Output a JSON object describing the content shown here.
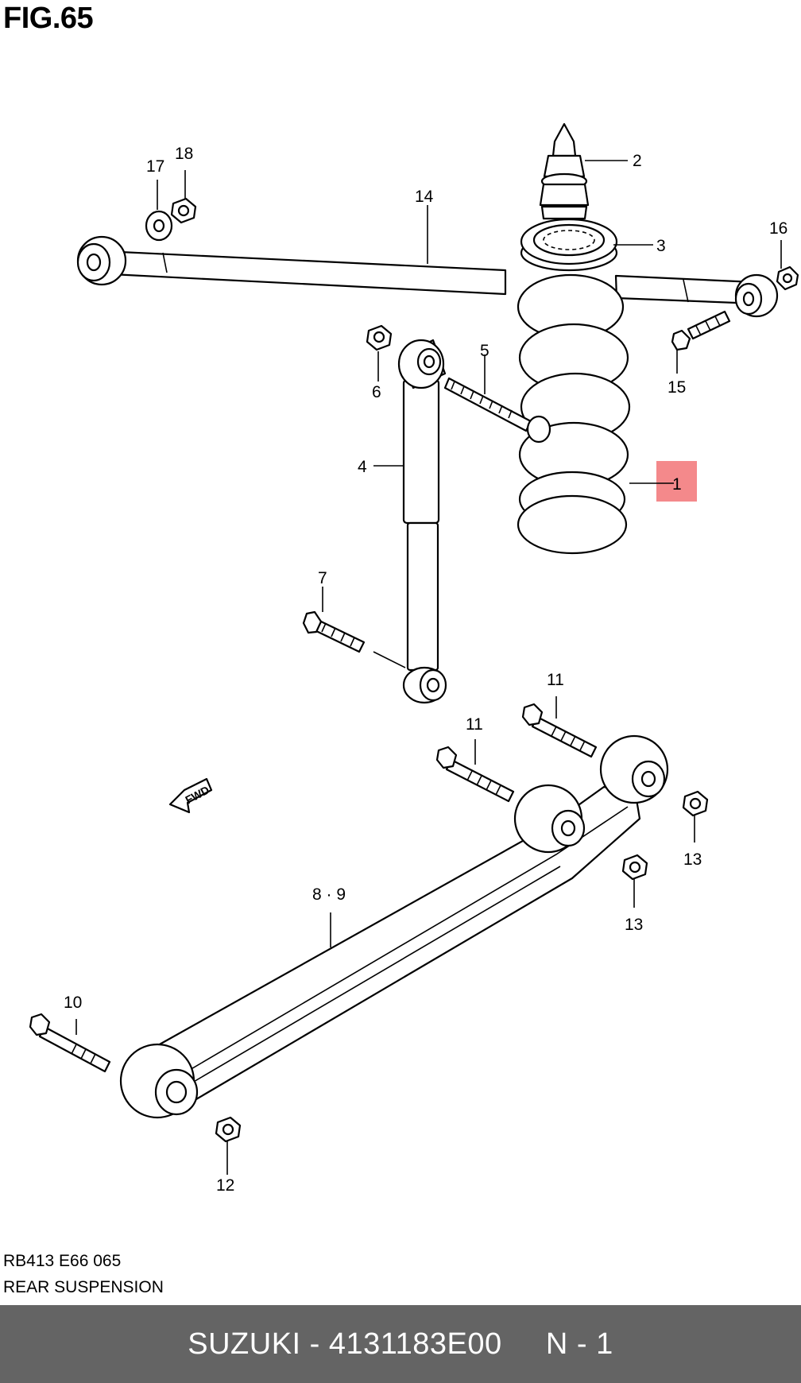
{
  "figure": {
    "title": "FIG.65",
    "code": "RB413 E66 065",
    "section": "REAR SUSPENSION"
  },
  "highlight_color": "#f4898b",
  "labels": {
    "p1": "1",
    "p2": "2",
    "p3": "3",
    "p4": "4",
    "p5": "5",
    "p6": "6",
    "p7": "7",
    "p89": "8 · 9",
    "p10": "10",
    "p11a": "11",
    "p11b": "11",
    "p12": "12",
    "p13a": "13",
    "p13b": "13",
    "p14": "14",
    "p15": "15",
    "p16": "16",
    "p17": "17",
    "p18": "18"
  },
  "fwd_label": "FWD",
  "footer": {
    "text": "SUZUKI - 4131183E00     N - 1",
    "background": "#646464"
  }
}
